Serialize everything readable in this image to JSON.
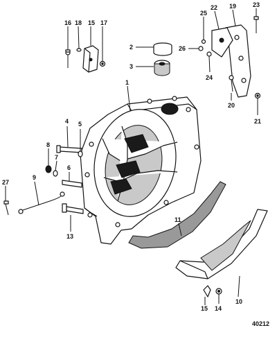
{
  "diagram": {
    "figure_number": "40212",
    "callouts": {
      "c1": "1",
      "c2": "2",
      "c3": "3",
      "c4": "4",
      "c5": "5",
      "c6": "6",
      "c7": "7",
      "c8": "8",
      "c9": "9",
      "c10": "10",
      "c11": "11",
      "c13": "13",
      "c14": "14",
      "c15a": "15",
      "c15b": "15",
      "c16": "16",
      "c17": "17",
      "c18": "18",
      "c19": "19",
      "c20": "20",
      "c21": "21",
      "c22": "22",
      "c23": "23",
      "c24": "24",
      "c25": "25",
      "c26": "26",
      "c27": "27"
    }
  }
}
